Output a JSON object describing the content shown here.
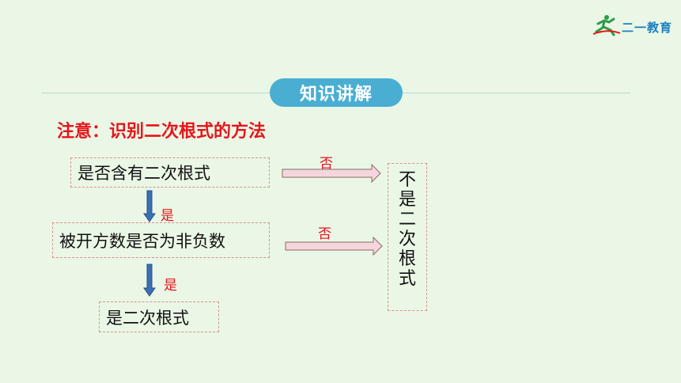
{
  "brand": {
    "name": "二一教育"
  },
  "section_badge": "知识讲解",
  "note_title": "注意：识别二次根式的方法",
  "flow": {
    "step1": "是否含有二次根式",
    "step2": "被开方数是否为非负数",
    "step3": "是二次根式",
    "result_no": "不是二次根式",
    "label_no_1": "否",
    "label_no_2": "否",
    "label_yes_1": "是",
    "label_yes_2": "是"
  },
  "colors": {
    "background": "#eaf7e6",
    "badge": "#4aaed3",
    "accent_red": "#e8141a",
    "arrow_fill": "#f5d6dc",
    "down_arrow": "#3b6fb5"
  }
}
